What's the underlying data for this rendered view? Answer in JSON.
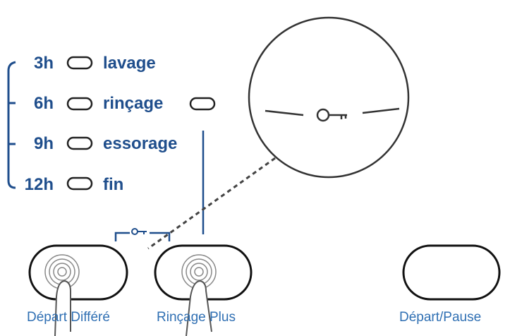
{
  "status_list": [
    {
      "time": "3h",
      "label": "lavage"
    },
    {
      "time": "6h",
      "label": "rinçage"
    },
    {
      "time": "9h",
      "label": "essorage"
    },
    {
      "time": "12h",
      "label": "fin"
    }
  ],
  "buttons": [
    {
      "label": "Départ Différé"
    },
    {
      "label": "Rinçage Plus"
    },
    {
      "label": "Départ/Pause"
    }
  ],
  "zoom": {
    "icon": "key-lock-icon"
  },
  "colors": {
    "accent": "#1f4e8c",
    "button_label": "#2f6fb3",
    "outline": "#222222"
  }
}
